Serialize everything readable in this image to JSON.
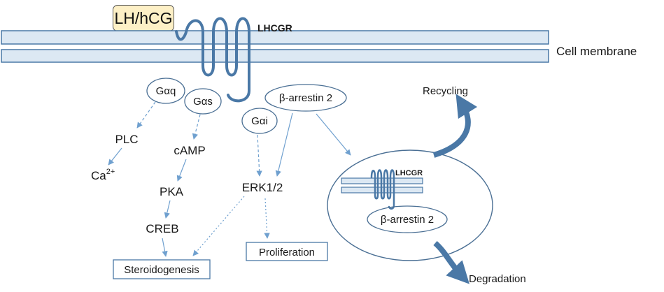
{
  "ligand": "LH/hCG",
  "receptor": "LHCGR",
  "membrane_label": "Cell membrane",
  "nodes": {
    "galpha_q": "Gαq",
    "galpha_s": "Gαs",
    "galpha_i": "Gαi",
    "beta_arrestin": "β-arrestin 2",
    "plc": "PLC",
    "calcium_base": "Ca",
    "calcium_charge": "2+",
    "camp": "cAMP",
    "pka": "PKA",
    "creb": "CREB",
    "erk": "ERK1/2",
    "steroidogenesis": "Steroidogenesis",
    "proliferation": "Proliferation"
  },
  "endosome": {
    "receptor": "LHCGR",
    "beta_arrestin": "β-arrestin 2"
  },
  "fates": {
    "recycling": "Recycling",
    "degradation": "Degradation"
  },
  "colors": {
    "membrane_fill": "#dce8f3",
    "membrane_stroke": "#4a78a6",
    "receptor": "#4a78a6",
    "arrow": "#6fa0cf",
    "ellipse_stroke": "#4a6f94",
    "ligand_fill": "#fdf0c6"
  }
}
